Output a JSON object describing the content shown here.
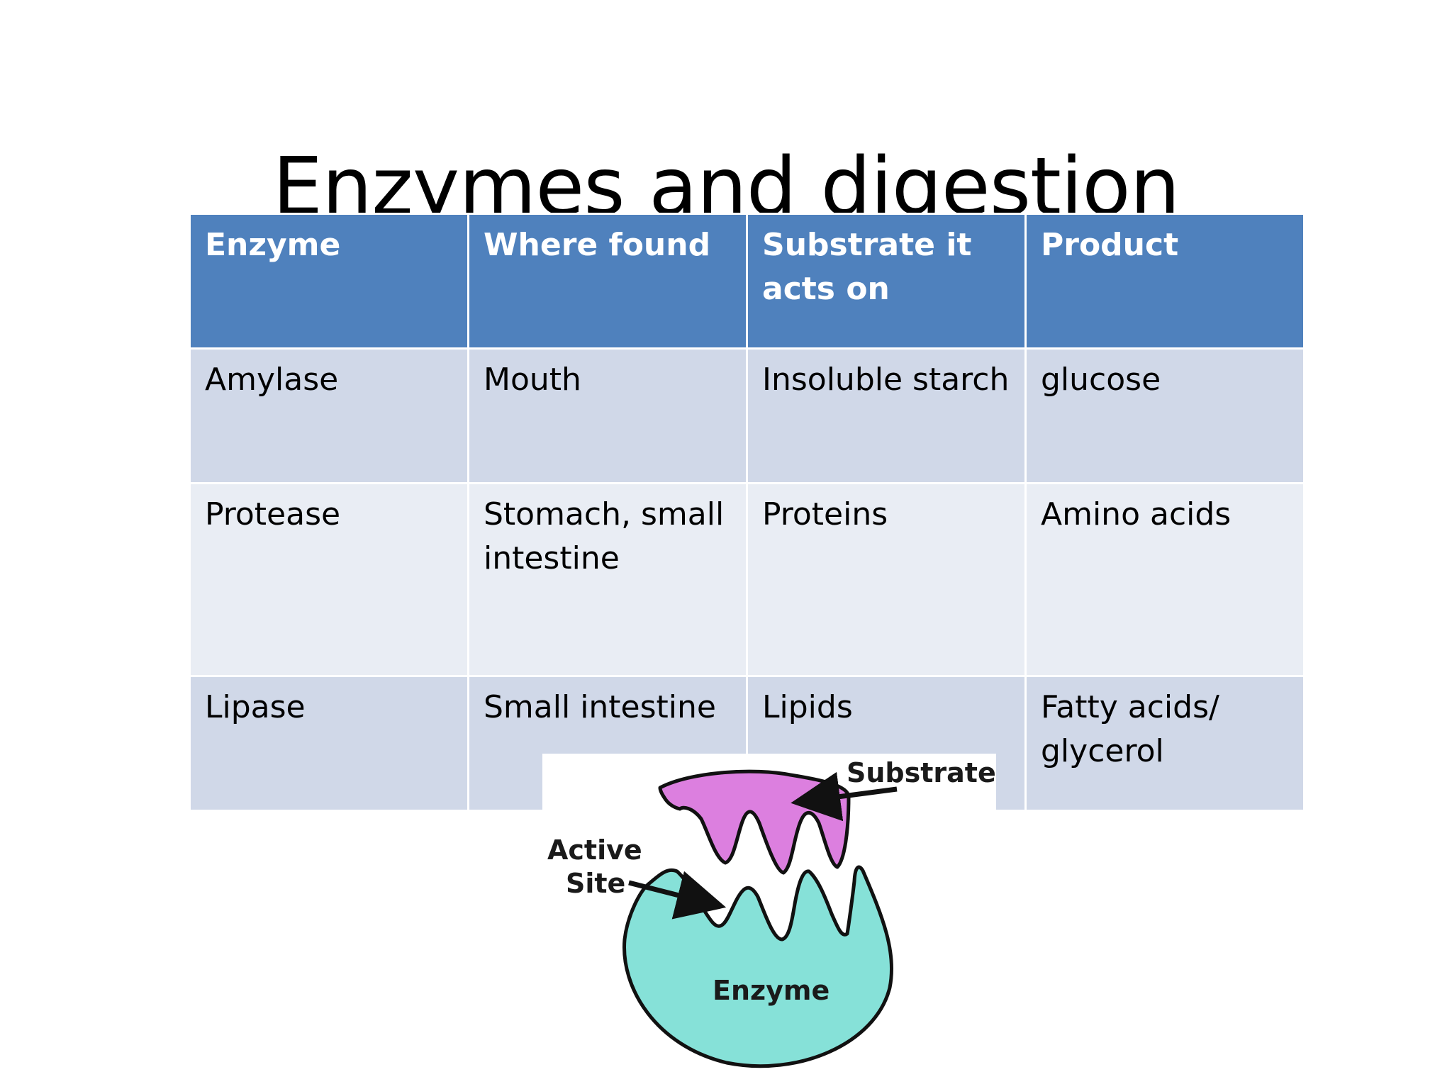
{
  "slide": {
    "title": "Enzymes and digestion"
  },
  "table": {
    "headers": [
      "Enzyme",
      "Where found",
      "Substrate it acts on",
      "Product"
    ],
    "rows": [
      [
        "Amylase",
        "Mouth",
        "Insoluble starch",
        "glucose"
      ],
      [
        "Protease",
        "Stomach, small intestine",
        "Proteins",
        "Amino acids"
      ],
      [
        "Lipase",
        "Small intestine",
        "Lipids",
        "Fatty acids/ glycerol"
      ]
    ]
  },
  "diagram": {
    "substrate_label": "Substrate",
    "active_site_line1": "Active",
    "active_site_line2": "Site",
    "enzyme_label": "Enzyme",
    "colors": {
      "substrate": "#dc7fdf",
      "enzyme": "#86e1d8",
      "outline": "#111111",
      "header": "#4f81bd",
      "row_dark": "#d0d8e8",
      "row_light": "#e9edf4"
    }
  }
}
